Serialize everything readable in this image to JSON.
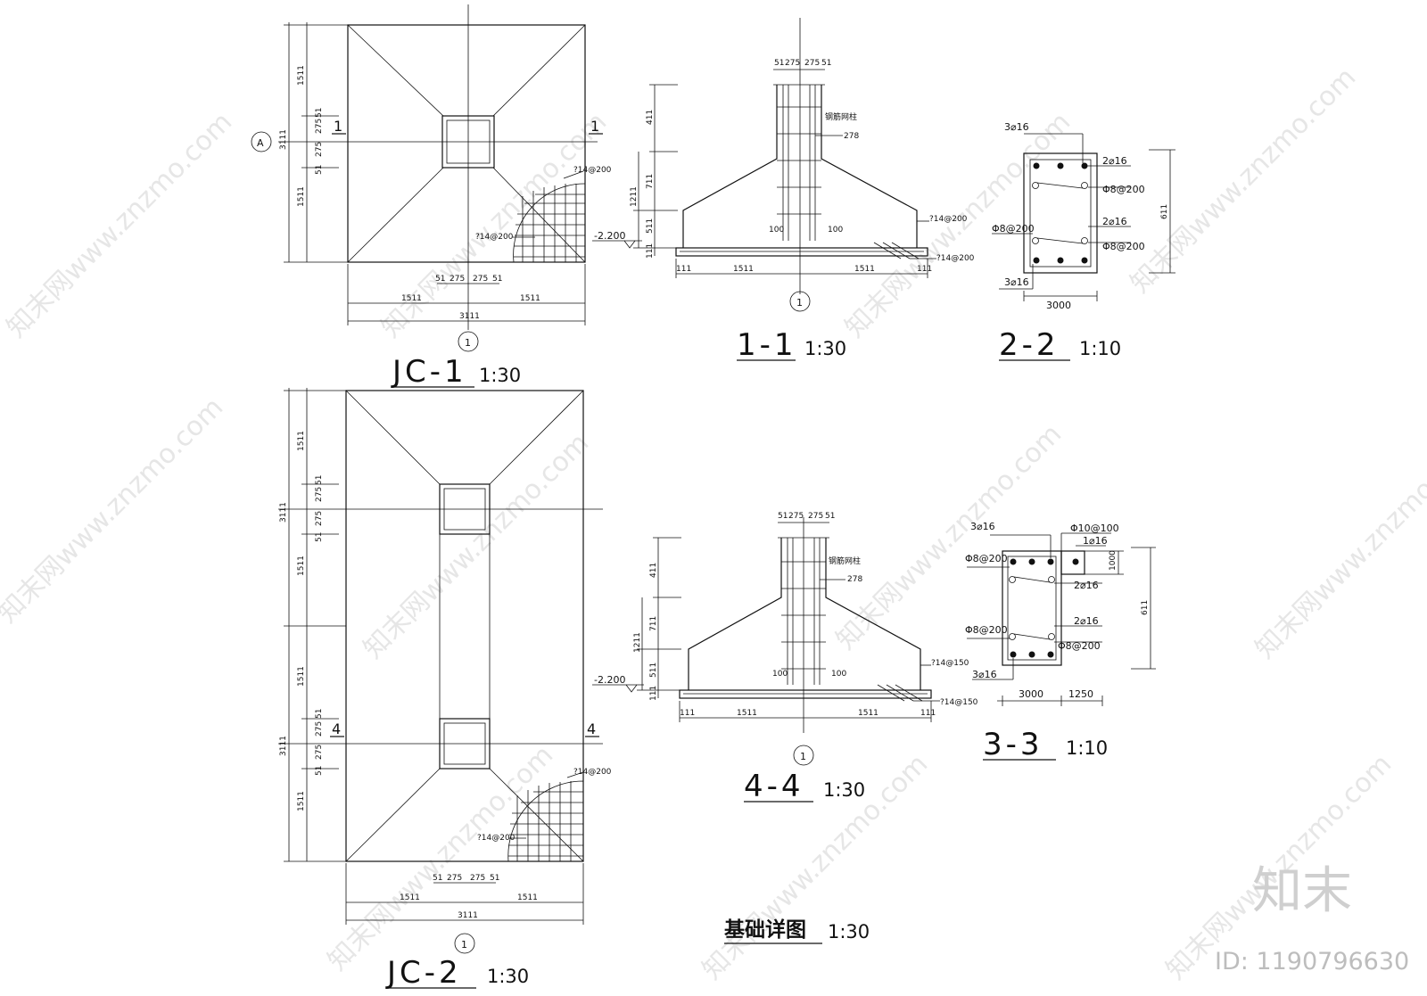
{
  "drawings": {
    "jc1": {
      "title": "JC-1",
      "scale": "1:30",
      "axis_label": "A",
      "section_mark": "1",
      "dims": {
        "half_a": "1511",
        "half_b": "1511",
        "total": "3111",
        "col_a": "275",
        "col_b": "275",
        "edge": "51"
      },
      "rebar_note": "?14@200",
      "grid_label": "1"
    },
    "jc2": {
      "title": "JC-2",
      "scale": "1:30",
      "section_mark": "4",
      "dims": {
        "half_a": "1511",
        "half_b": "1511",
        "total": "3111",
        "mid": "1511",
        "col_a": "275",
        "col_b": "275",
        "edge": "51",
        "total_v": "3111"
      },
      "rebar_note": "?14@200",
      "grid_label": "1"
    },
    "sec11": {
      "title": "1-1",
      "scale": "1:30",
      "elev": "-2.200",
      "note_col": "钢筋网柱",
      "note_278": "278",
      "note_bottom": "?14@200",
      "note_bottom2": "?14@200",
      "dim_100a": "100",
      "dim_100b": "100",
      "dims": {
        "top_a": "51",
        "top_b": "275",
        "top_c": "275",
        "top_d": "51",
        "h1": "411",
        "h2": "711",
        "h3": "511",
        "h_total": "1211",
        "h4": "111",
        "w_a": "1511",
        "w_b": "1511",
        "w_c": "111",
        "w_d": "111"
      },
      "grid_label": "1"
    },
    "sec22": {
      "title": "2-2",
      "scale": "1:10",
      "top_bars": "3⌀16",
      "side_a": "2⌀16",
      "stirrup_a": "Φ8@200",
      "side_b": "2⌀16",
      "stirrup_b": "Φ8@200",
      "stirrup_left": "Φ8@200",
      "bottom_bars": "3⌀16",
      "width": "3000",
      "height": "611"
    },
    "sec44": {
      "title": "4-4",
      "scale": "1:30",
      "elev": "-2.200",
      "note_col": "钢筋网柱",
      "note_278": "278",
      "note_bottom": "?14@150",
      "note_bottom2": "?14@150",
      "dim_100a": "100",
      "dim_100b": "100",
      "dims": {
        "top_a": "51",
        "top_b": "275",
        "top_c": "275",
        "top_d": "51",
        "h1": "411",
        "h2": "711",
        "h3": "511",
        "h_total": "1211",
        "h4": "111",
        "w_a": "1511",
        "w_b": "1511",
        "w_c": "111",
        "w_d": "111"
      },
      "grid_label": "1"
    },
    "sec33": {
      "title": "3-3",
      "scale": "1:10",
      "top_bars": "3⌀16",
      "tie": "Φ10@100",
      "extra_bar": "1⌀16",
      "stirrup_top": "Φ8@200",
      "side_a": "2⌀16",
      "side_b": "2⌀16",
      "stirrup_left": "Φ8@200",
      "stirrup_b": "Φ8@200",
      "bottom_bars": "3⌀16",
      "width": "3000",
      "width_b": "1250",
      "height": "611",
      "height_b": "1000"
    }
  },
  "sheet_title": "基础详图",
  "sheet_scale": "1:30",
  "logo_text": "知末",
  "id_text": "ID: 1190796630",
  "watermark_text": "知末网www.znzmo.com"
}
